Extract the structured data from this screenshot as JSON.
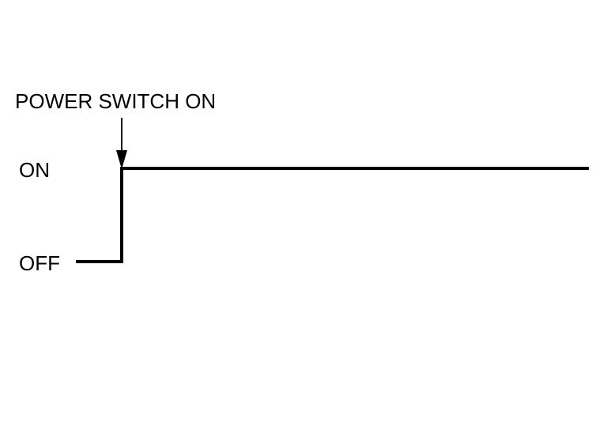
{
  "diagram": {
    "event_label": "POWER SWITCH ON",
    "state_high_label": "ON",
    "state_low_label": "OFF"
  },
  "colors": {
    "ink": "#000000",
    "background": "#ffffff"
  }
}
